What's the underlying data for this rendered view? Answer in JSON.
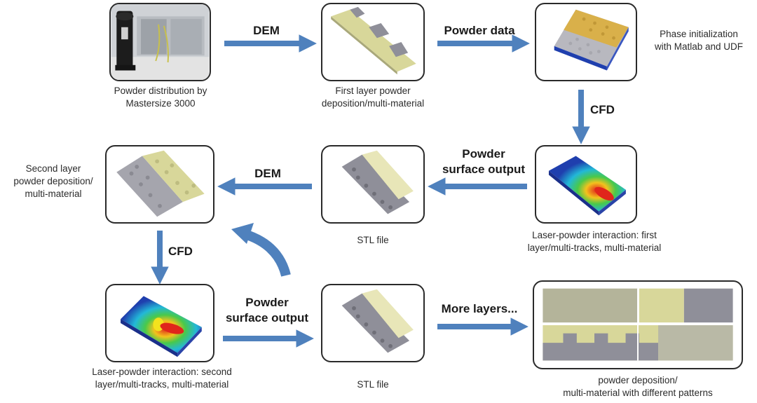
{
  "nodes": {
    "powder_distribution": {
      "caption": "Powder distribution by\nMastersize 3000"
    },
    "first_layer": {
      "caption": "First layer powder\ndeposition/multi-material"
    },
    "phase_init": {
      "caption": "Phase initialization\nwith Matlab and UDF"
    },
    "laser_first": {
      "caption": "Laser-powder interaction: first\nlayer/multi-tracks, multi-material"
    },
    "stl_top": {
      "caption": "STL file"
    },
    "second_layer": {
      "caption": "Second layer\npowder deposition/\nmulti-material"
    },
    "laser_second": {
      "caption": "Laser-powder interaction: second\nlayer/multi-tracks, multi-material"
    },
    "stl_bottom": {
      "caption": "STL file"
    },
    "patterns": {
      "caption": "powder deposition/\nmulti-material with different patterns"
    }
  },
  "edges": {
    "dem_1": "DEM",
    "powder_data": "Powder data",
    "cfd_1": "CFD",
    "powder_surface_output_1": "Powder\nsurface output",
    "dem_2": "DEM",
    "cfd_2": "CFD",
    "powder_surface_output_2": "Powder\nsurface output",
    "more_layers": "More layers..."
  },
  "colors": {
    "arrow": "#4f81bd",
    "yellow_powder": "#d8d79a",
    "grey_powder": "#8f8f99",
    "gold_powder": "#d9b04a",
    "melt_red": "#e0261b",
    "substrate_blue": "#1f3fae"
  }
}
